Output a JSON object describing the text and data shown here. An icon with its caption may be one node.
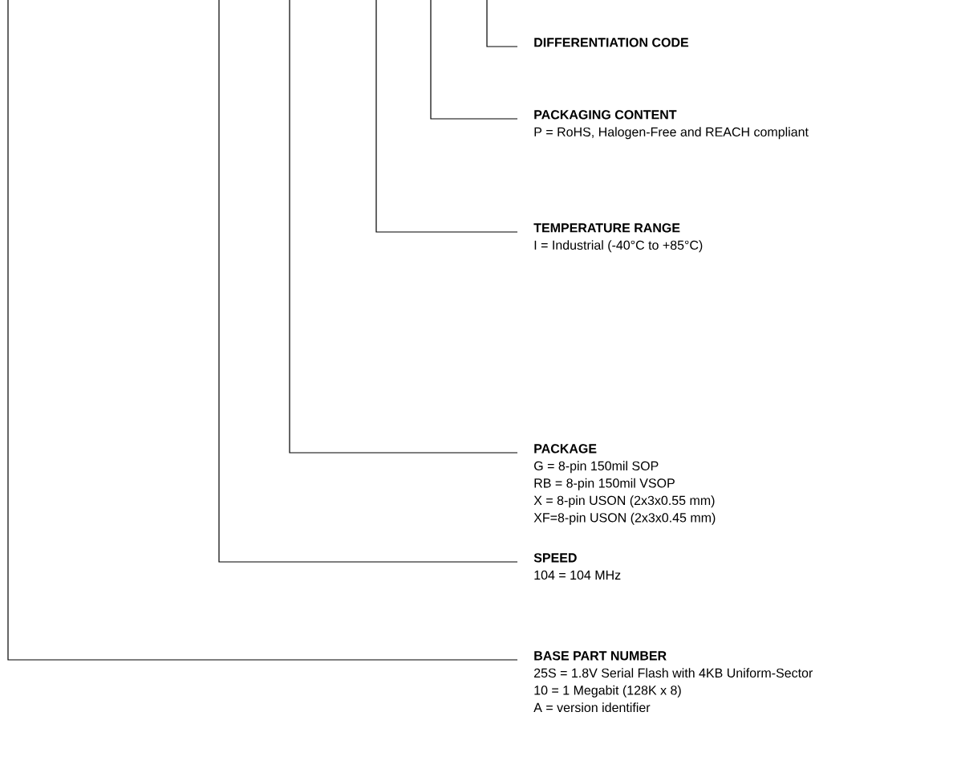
{
  "diagram": {
    "nodes": [
      {
        "text": [
          "DIFFERENTIATION CODE"
        ]
      },
      {
        "text": [
          "PACKAGING CONTENT",
          "P = RoHS, Halogen-Free and REACH compliant"
        ]
      },
      {
        "text": [
          "TEMPERATURE RANGE",
          "I = Industrial (-40°C to +85°C)"
        ]
      },
      {
        "text": [
          "PACKAGE",
          "G = 8-pin 150mil SOP",
          "RB  = 8-pin 150mil VSOP",
          "X = 8-pin USON (2x3x0.55 mm)",
          "XF=8-pin USON (2x3x0.45 mm)"
        ]
      },
      {
        "text": [
          "SPEED",
          "104 = 104 MHz"
        ]
      },
      {
        "text": [
          "BASE PART NUMBER",
          "25S = 1.8V Serial Flash with 4KB Uniform-Sector",
          "10 = 1 Megabit (128K x 8)",
          "A = version identifier"
        ]
      }
    ],
    "edges": [
      {
        "from": null,
        "to": 0,
        "arrow": "none"
      },
      {
        "from": null,
        "to": 1,
        "arrow": "none"
      },
      {
        "from": null,
        "to": 2,
        "arrow": "none"
      },
      {
        "from": null,
        "to": 3,
        "arrow": "none"
      },
      {
        "from": null,
        "to": 4,
        "arrow": "none"
      },
      {
        "from": null,
        "to": 5,
        "arrow": "none"
      }
    ]
  }
}
